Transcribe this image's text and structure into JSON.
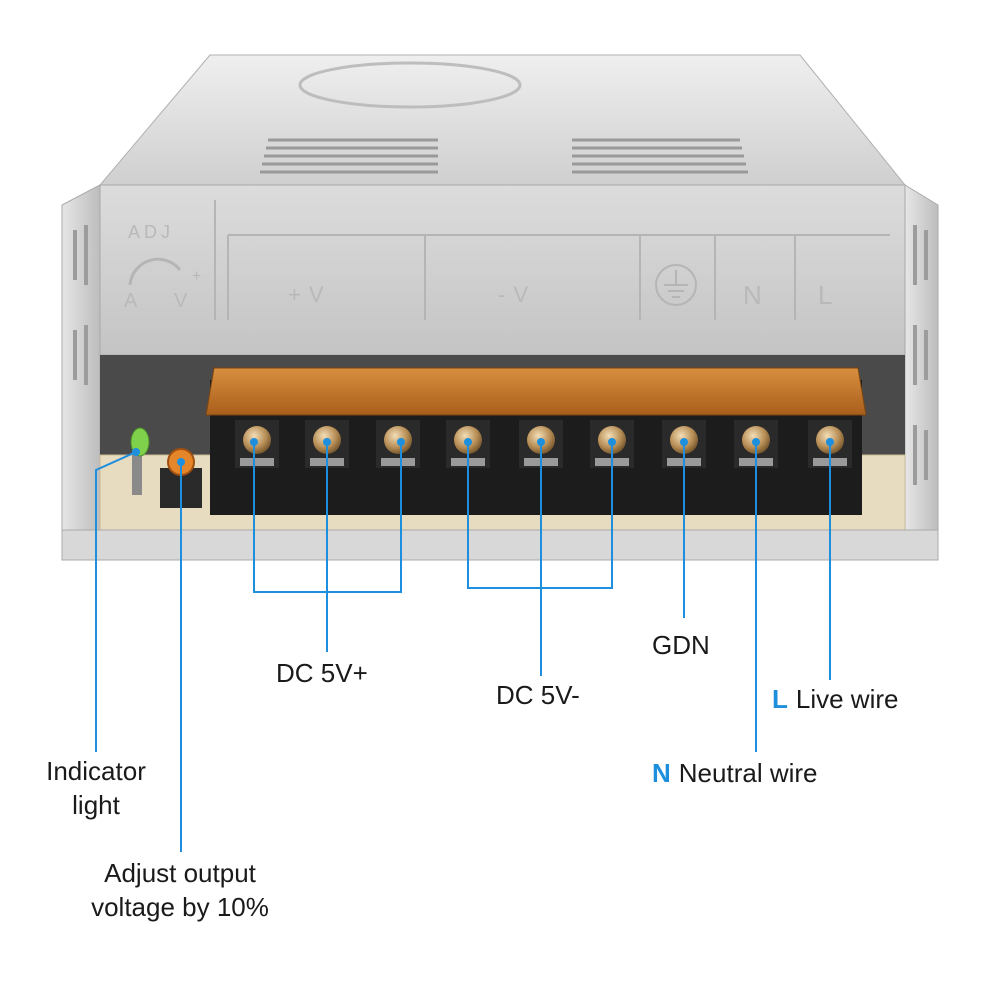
{
  "panel": {
    "adj_top": "ADJ",
    "adj_a": "A",
    "adj_v": "V",
    "adj_plus": "+",
    "plus_v": "+V",
    "minus_v": "-V",
    "neutral": "N",
    "live": "L"
  },
  "labels": {
    "dc_plus": "DC 5V+",
    "dc_minus": "DC 5V-",
    "gdn": "GDN",
    "live_letter": "L",
    "live_text": "Live wire",
    "neutral_letter": "N",
    "neutral_text": "Neutral wire",
    "indicator_line1": "Indicator",
    "indicator_line2": "light",
    "adjust_line1": "Adjust output",
    "adjust_line2": "voltage by 10%"
  },
  "colors": {
    "callout": "#1e8fdc",
    "label": "#1a1a1a",
    "housing": "#d4d4d4",
    "terminal_block": "#1c1c1c",
    "terminal_cover": "#c87a2c",
    "pcb": "#e8dcc0"
  }
}
